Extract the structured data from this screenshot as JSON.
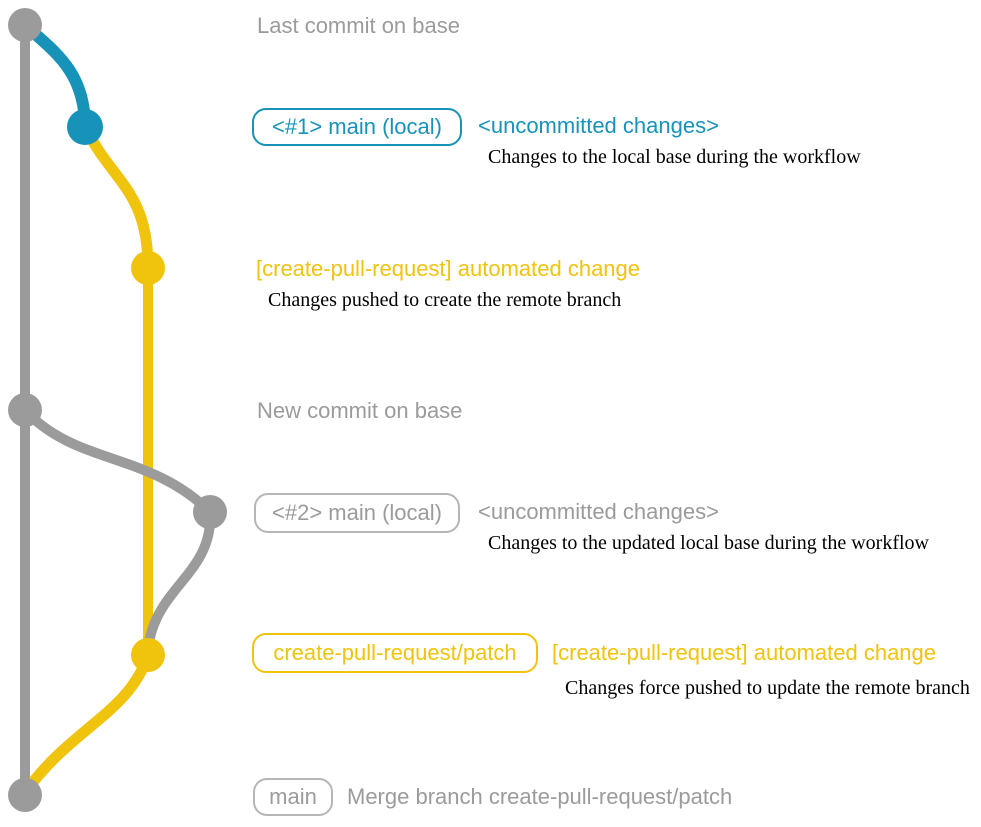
{
  "colors": {
    "gray": "#9B9B9B",
    "gray_border": "#B6B6B6",
    "blue": "#1793BA",
    "yellow": "#F0C30C",
    "black": "#000000"
  },
  "graph": {
    "type": "git-branch-diagram",
    "branches": [
      {
        "name": "base (main)",
        "color_key": "gray"
      },
      {
        "name": "main (local) #1",
        "color_key": "blue"
      },
      {
        "name": "create-pull-request/patch",
        "color_key": "yellow"
      }
    ],
    "commits": [
      {
        "id": "last-commit-on-base",
        "branch": "base",
        "color_key": "gray"
      },
      {
        "id": "local-main-1",
        "branch": "main (local)",
        "color_key": "blue"
      },
      {
        "id": "automated-change-1",
        "branch": "create-pull-request/patch",
        "color_key": "yellow"
      },
      {
        "id": "new-commit-on-base",
        "branch": "base",
        "color_key": "gray"
      },
      {
        "id": "local-main-2",
        "branch": "main (local)",
        "color_key": "gray"
      },
      {
        "id": "automated-change-2",
        "branch": "create-pull-request/patch",
        "color_key": "yellow"
      },
      {
        "id": "merge-commit",
        "branch": "base",
        "color_key": "gray"
      }
    ]
  },
  "rows": {
    "last_commit": {
      "label": "Last commit on base"
    },
    "row1": {
      "badge": "<#1> main (local)",
      "message": "<uncommitted changes>",
      "description": "Changes to the local base during the workflow"
    },
    "row2": {
      "message": "[create-pull-request] automated change",
      "description": "Changes pushed to create the remote branch"
    },
    "new_commit": {
      "label": "New commit on base"
    },
    "row3": {
      "badge": "<#2> main (local)",
      "message": "<uncommitted changes>",
      "description": "Changes to the updated local base during the workflow"
    },
    "row4": {
      "badge": "create-pull-request/patch",
      "message": "[create-pull-request] automated change",
      "description": "Changes force pushed to update the remote branch"
    },
    "merge": {
      "badge": "main",
      "message": "Merge branch create-pull-request/patch"
    }
  }
}
